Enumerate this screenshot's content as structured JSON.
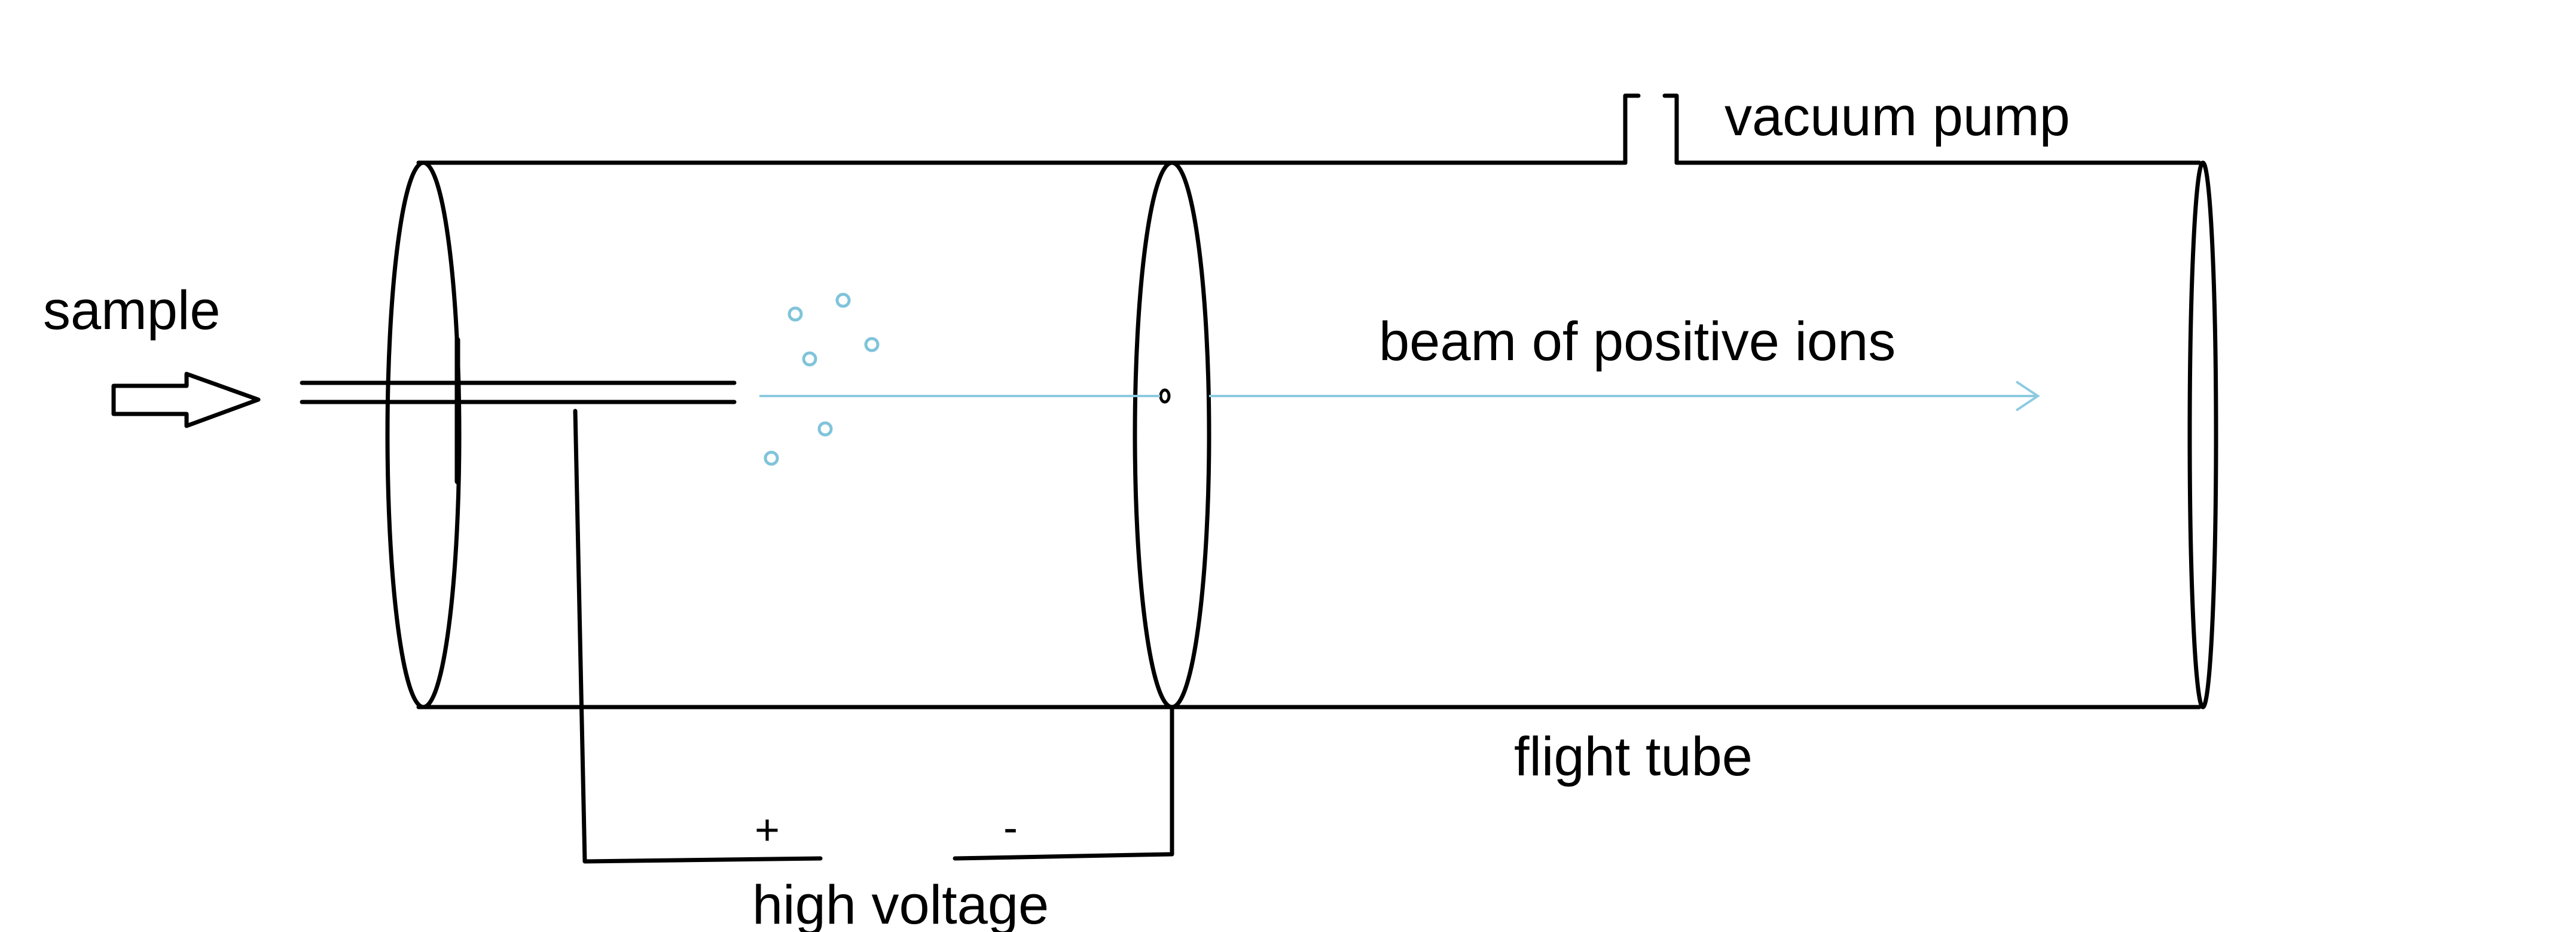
{
  "labels": {
    "sample": "sample",
    "vacuum_pump": "vacuum pump",
    "beam": "beam of positive ions",
    "flight_tube": "flight tube",
    "high_voltage": "high voltage",
    "plus": "+",
    "minus": "-"
  },
  "colors": {
    "outline": "#000000",
    "ion_beam": "#8ccbe0",
    "ion_particle": "#7fc4da",
    "background": "#ffffff"
  },
  "ions": {
    "count": 6
  }
}
